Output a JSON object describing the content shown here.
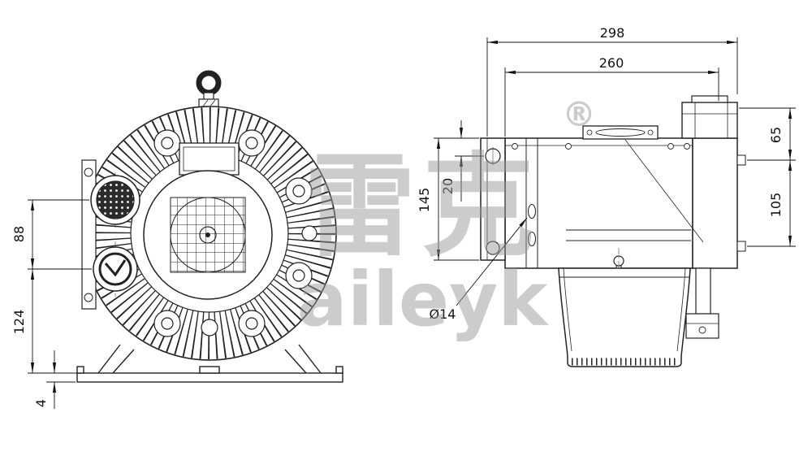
{
  "watermark": {
    "cjk": "雷克",
    "latin": "aileyk",
    "registered": "®"
  },
  "front_view": {
    "dims": {
      "port_spacing": "88",
      "port_to_base": "124",
      "base_thickness": "4"
    }
  },
  "side_view": {
    "dims": {
      "overall_width": "298",
      "body_width": "260",
      "top_offset": "65",
      "port_spacing": "105",
      "flange_height": "145",
      "hole_offset": "20",
      "hole_diameter": "Ø14"
    }
  }
}
